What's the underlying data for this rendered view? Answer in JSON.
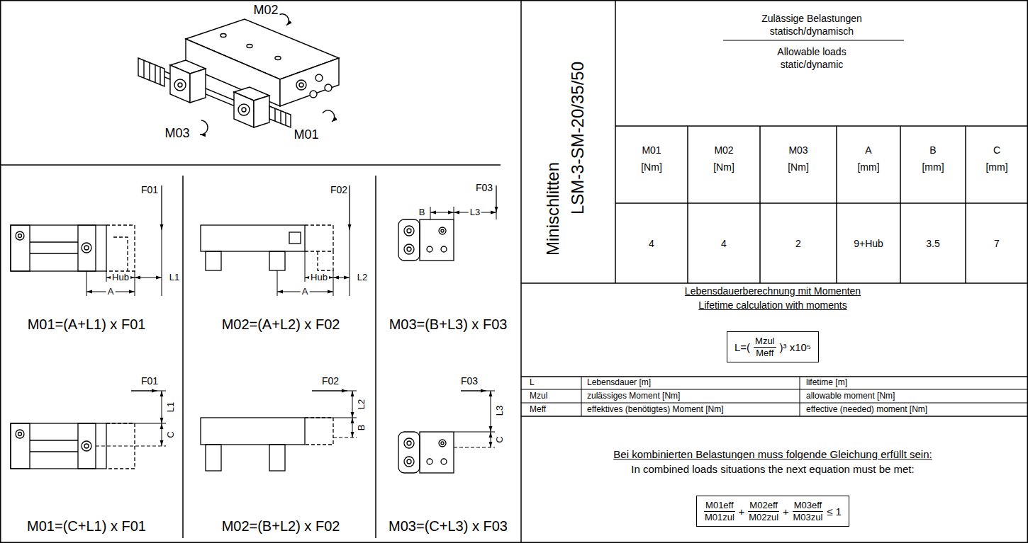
{
  "diagram": {
    "nodes": [
      {
        "text": [
          "L=(",
          "Mzul",
          "Meff",
          ")³ x10⁵"
        ]
      },
      {
        "text": [
          "M01eff",
          "M01zul",
          "+",
          "M02eff",
          "M02zul",
          "+",
          "M03eff",
          "M03zul",
          "≤ 1"
        ]
      }
    ],
    "labels": [
      "M02",
      "M03",
      "M01",
      "F01",
      "Hub",
      "A",
      "L1",
      "M01=(A+L1) x F01",
      "F01",
      "L1",
      "C",
      "M01=(C+L1) x F01",
      "F02",
      "Hub",
      "A",
      "L2",
      "M02=(A+L2) x F02",
      "F02",
      "L2",
      "B",
      "M02=(B+L2) x F02",
      "F03",
      "B",
      "L3",
      "M03=(B+L3) x F03",
      "F03",
      "L3",
      "C",
      "M03=(C+L3) x F03",
      "Minischlitten",
      "LSM-3-SM-20/35/50",
      "Zulässige Belastungen",
      "statisch/dynamisch",
      "Allowable loads",
      "static/dynamic",
      "M01",
      "[Nm]",
      "M02",
      "[Nm]",
      "M03",
      "[Nm]",
      "A",
      "[mm]",
      "B",
      "[mm]",
      "C",
      "[mm]",
      "4",
      "4",
      "2",
      "9+Hub",
      "3.5",
      "7",
      "Lebensdauerberechnung mit Momenten",
      "Lifetime calculation with moments",
      "L",
      "Lebensdauer [m]",
      "lifetime [m]",
      "Mzul",
      "zulässiges Moment [Nm]",
      "allowable moment [Nm]",
      "Meff",
      "effektives (benötigtes) Moment [Nm]",
      "effective (needed) moment [Nm]",
      "Bei kombinierten Belastungen muss folgende Gleichung erfüllt sein:",
      "In combined loads situations the next equation must be met:"
    ]
  }
}
